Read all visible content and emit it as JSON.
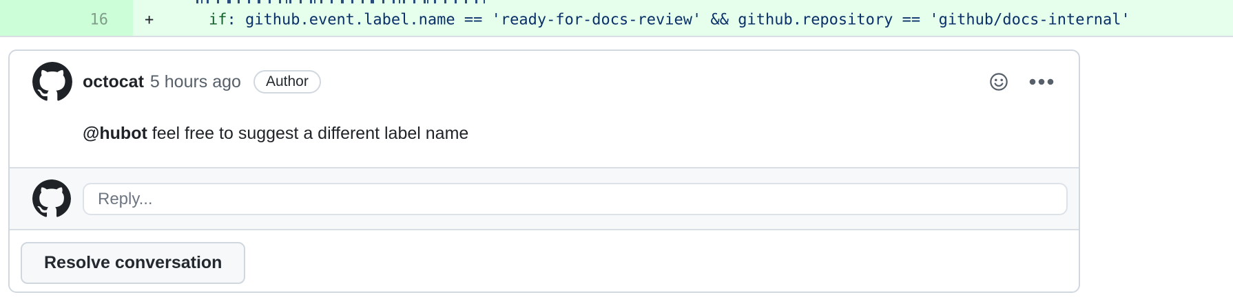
{
  "diff_line": {
    "line_number": "16",
    "marker": "+",
    "code_keyword": "if",
    "code_rest": ": github.event.label.name == 'ready-for-docs-review' && github.repository == 'github/docs-internal'"
  },
  "comment": {
    "author": "octocat",
    "timestamp": "5 hours ago",
    "author_badge": "Author",
    "mention": "@hubot",
    "body_rest": " feel free to suggest a different label name"
  },
  "reply": {
    "placeholder": "Reply..."
  },
  "actions": {
    "resolve_button": "Resolve conversation"
  },
  "icons": {
    "reactions": "smiley-icon",
    "more_options": "kebab-horizontal-icon",
    "avatar": "octocat-avatar"
  },
  "colors": {
    "addition_line_bg": "#e6ffec",
    "addition_gutter_bg": "#ccffd8",
    "code_keyword": "#116329",
    "code_text": "#0a3069",
    "card_border": "#d0d7de",
    "divider": "#d8dee4",
    "muted_text": "#57606a",
    "placeholder_text": "#6e7781",
    "reply_section_bg": "#f6f8fa",
    "button_bg": "#f6f8fa",
    "text": "#1f2328"
  }
}
